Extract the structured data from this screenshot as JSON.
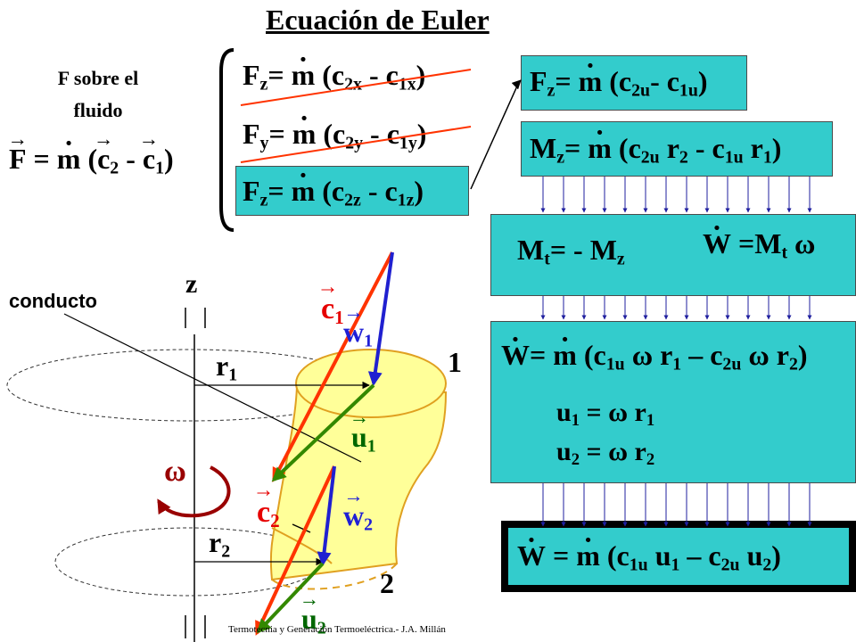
{
  "title": "Ecuación de Euler",
  "force_label_line1": "F sobre el",
  "force_label_line2": "fluido",
  "labels": {
    "z": "z",
    "conducto": "conducto",
    "r1": "r",
    "r2": "r",
    "one": "1",
    "two": "2",
    "omega": "ω",
    "c1": "c",
    "c2": "c",
    "w1": "w",
    "w2": "w",
    "u1": "u",
    "u2": "u",
    "sub1": "1",
    "sub2": "2"
  },
  "footer": "Termotecnia y Generación Termoeléctrica.- J.A. Millán",
  "colors": {
    "teal_box": "#33cccc",
    "duct": "#ffff99",
    "duct_edge": "#e0a020",
    "red_vector": "#ff3300",
    "blue_vector": "#2020d0",
    "green_vector": "#338800",
    "omega_arrow": "#990000"
  }
}
